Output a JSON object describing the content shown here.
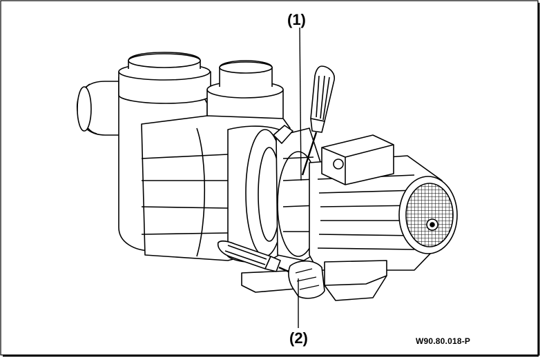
{
  "callouts": {
    "one": "(1)",
    "two": "(2)"
  },
  "reference_code": "W90.80.018-P",
  "icons": {
    "pump": "pump-drawing",
    "screwdriver_top": "screwdriver-icon",
    "screwdriver_bottom": "screwdriver-icon"
  }
}
